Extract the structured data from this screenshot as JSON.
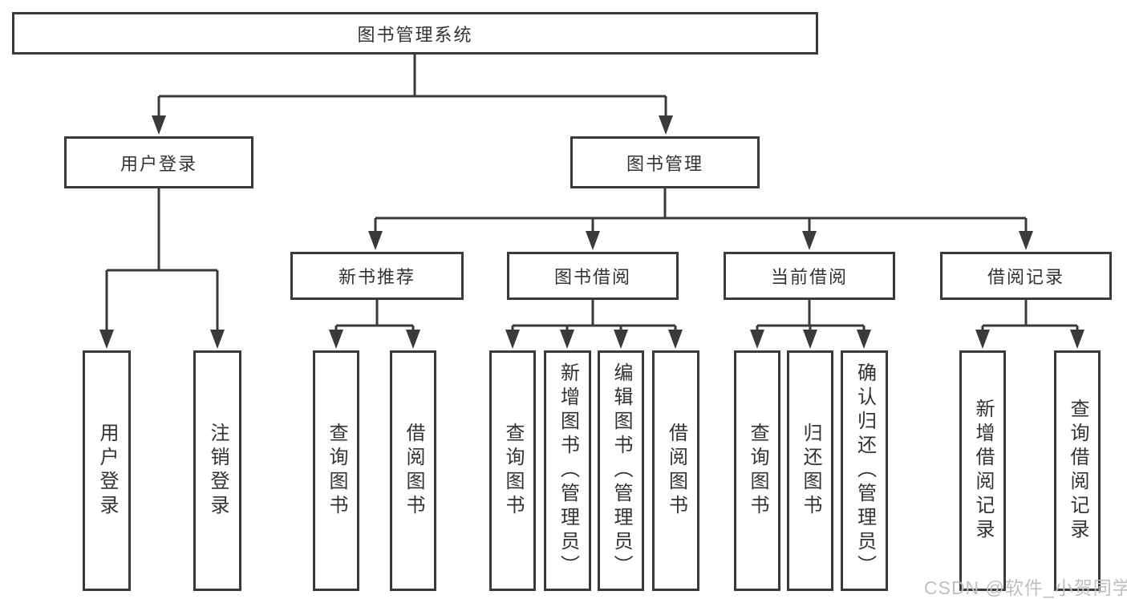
{
  "tree": {
    "root": {
      "label": "图书管理系统"
    },
    "children": [
      {
        "label": "用户登录",
        "children": [
          {
            "label": "用户登录"
          },
          {
            "label": "注销登录"
          }
        ]
      },
      {
        "label": "图书管理",
        "children": [
          {
            "label": "新书推荐",
            "children": [
              {
                "label": "查询图书"
              },
              {
                "label": "借阅图书"
              }
            ]
          },
          {
            "label": "图书借阅",
            "children": [
              {
                "label": "查询图书"
              },
              {
                "label": "新增图书（管理员）"
              },
              {
                "label": "编辑图书（管理员）"
              },
              {
                "label": "借阅图书"
              }
            ]
          },
          {
            "label": "当前借阅",
            "children": [
              {
                "label": "查询图书"
              },
              {
                "label": "归还图书"
              },
              {
                "label": "确认归还（管理员）"
              }
            ]
          },
          {
            "label": "借阅记录",
            "children": [
              {
                "label": "新增借阅记录"
              },
              {
                "label": "查询借阅记录"
              }
            ]
          }
        ]
      }
    ]
  },
  "watermark": "CSDN @软件_小贺同学",
  "colors": {
    "line": "#3a3a3a",
    "border": "#3a3a3a",
    "text": "#333333",
    "background": "#ffffff",
    "watermark": "#bfbfbf"
  }
}
